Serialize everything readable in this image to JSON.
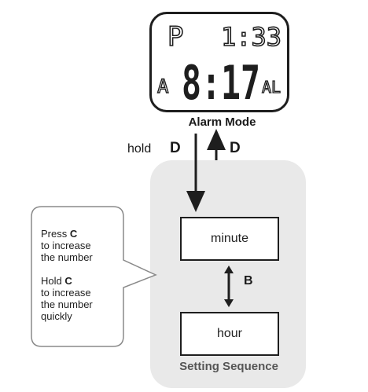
{
  "watch_display": {
    "top_left": "P",
    "top_right": "1:33",
    "left_indicator": "A",
    "main_time": "8:17",
    "right_indicator": "AL"
  },
  "mode_title": "Alarm Mode",
  "transitions": {
    "hold_prefix": "hold",
    "hold_button": "D",
    "return_button": "D"
  },
  "setting_sequence": {
    "title": "Setting Sequence",
    "steps": [
      "minute",
      "hour"
    ],
    "toggle_button": "B"
  },
  "callout": {
    "line1_prefix": "Press",
    "line1_button": "C",
    "line2": "to increase",
    "line3": "the number",
    "line4_prefix": "Hold",
    "line4_button": "C",
    "line5": "to increase",
    "line6": "the number",
    "line7": "quickly"
  }
}
